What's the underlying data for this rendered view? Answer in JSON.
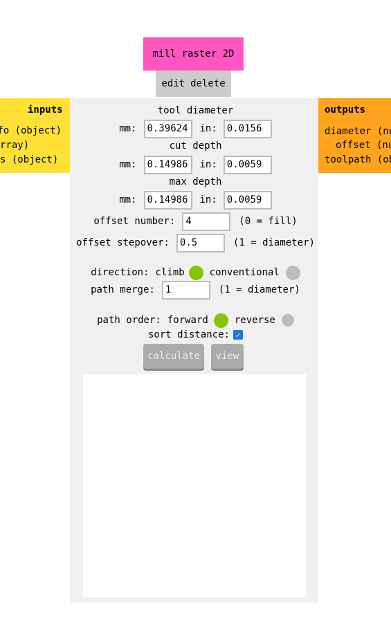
{
  "module": {
    "title": "mill raster 2D",
    "edit_label": "edit",
    "delete_label": "delete"
  },
  "inputs": {
    "title": "inputs",
    "items": [
      "fo (object)",
      "rray)",
      "s (object)"
    ]
  },
  "outputs": {
    "title": "outputs",
    "items": [
      "diameter (nu",
      "offset (nu",
      "toolpath (ob"
    ]
  },
  "tool_diameter": {
    "label": "tool diameter",
    "mm_label": "mm:",
    "mm": "0.39624",
    "in_label": "in:",
    "in": "0.0156"
  },
  "cut_depth": {
    "label": "cut depth",
    "mm_label": "mm:",
    "mm": "0.14986",
    "in_label": "in:",
    "in": "0.0059"
  },
  "max_depth": {
    "label": "max depth",
    "mm_label": "mm:",
    "mm": "0.14986",
    "in_label": "in:",
    "in": "0.0059"
  },
  "offset_number": {
    "label": "offset number:",
    "value": "4",
    "hint": "(0 = fill)"
  },
  "offset_stepover": {
    "label": "offset stepover:",
    "value": "0.5",
    "hint": "(1 = diameter)"
  },
  "direction": {
    "label": "direction:",
    "climb": "climb",
    "conventional": "conventional",
    "selected": "climb"
  },
  "path_merge": {
    "label": "path merge:",
    "value": "1",
    "hint": "(1 = diameter)"
  },
  "path_order": {
    "label": "path order:",
    "forward": "forward",
    "reverse": "reverse",
    "selected": "forward"
  },
  "sort_distance": {
    "label": "sort distance:",
    "checked": true
  },
  "buttons": {
    "calculate": "calculate",
    "view": "view"
  },
  "colors": {
    "module_title_bg": "#ff55c0",
    "inputs_bg": "#ffe034",
    "outputs_bg": "#ffa41c",
    "radio_on": "#84c600",
    "radio_off": "#bcbcbc"
  }
}
